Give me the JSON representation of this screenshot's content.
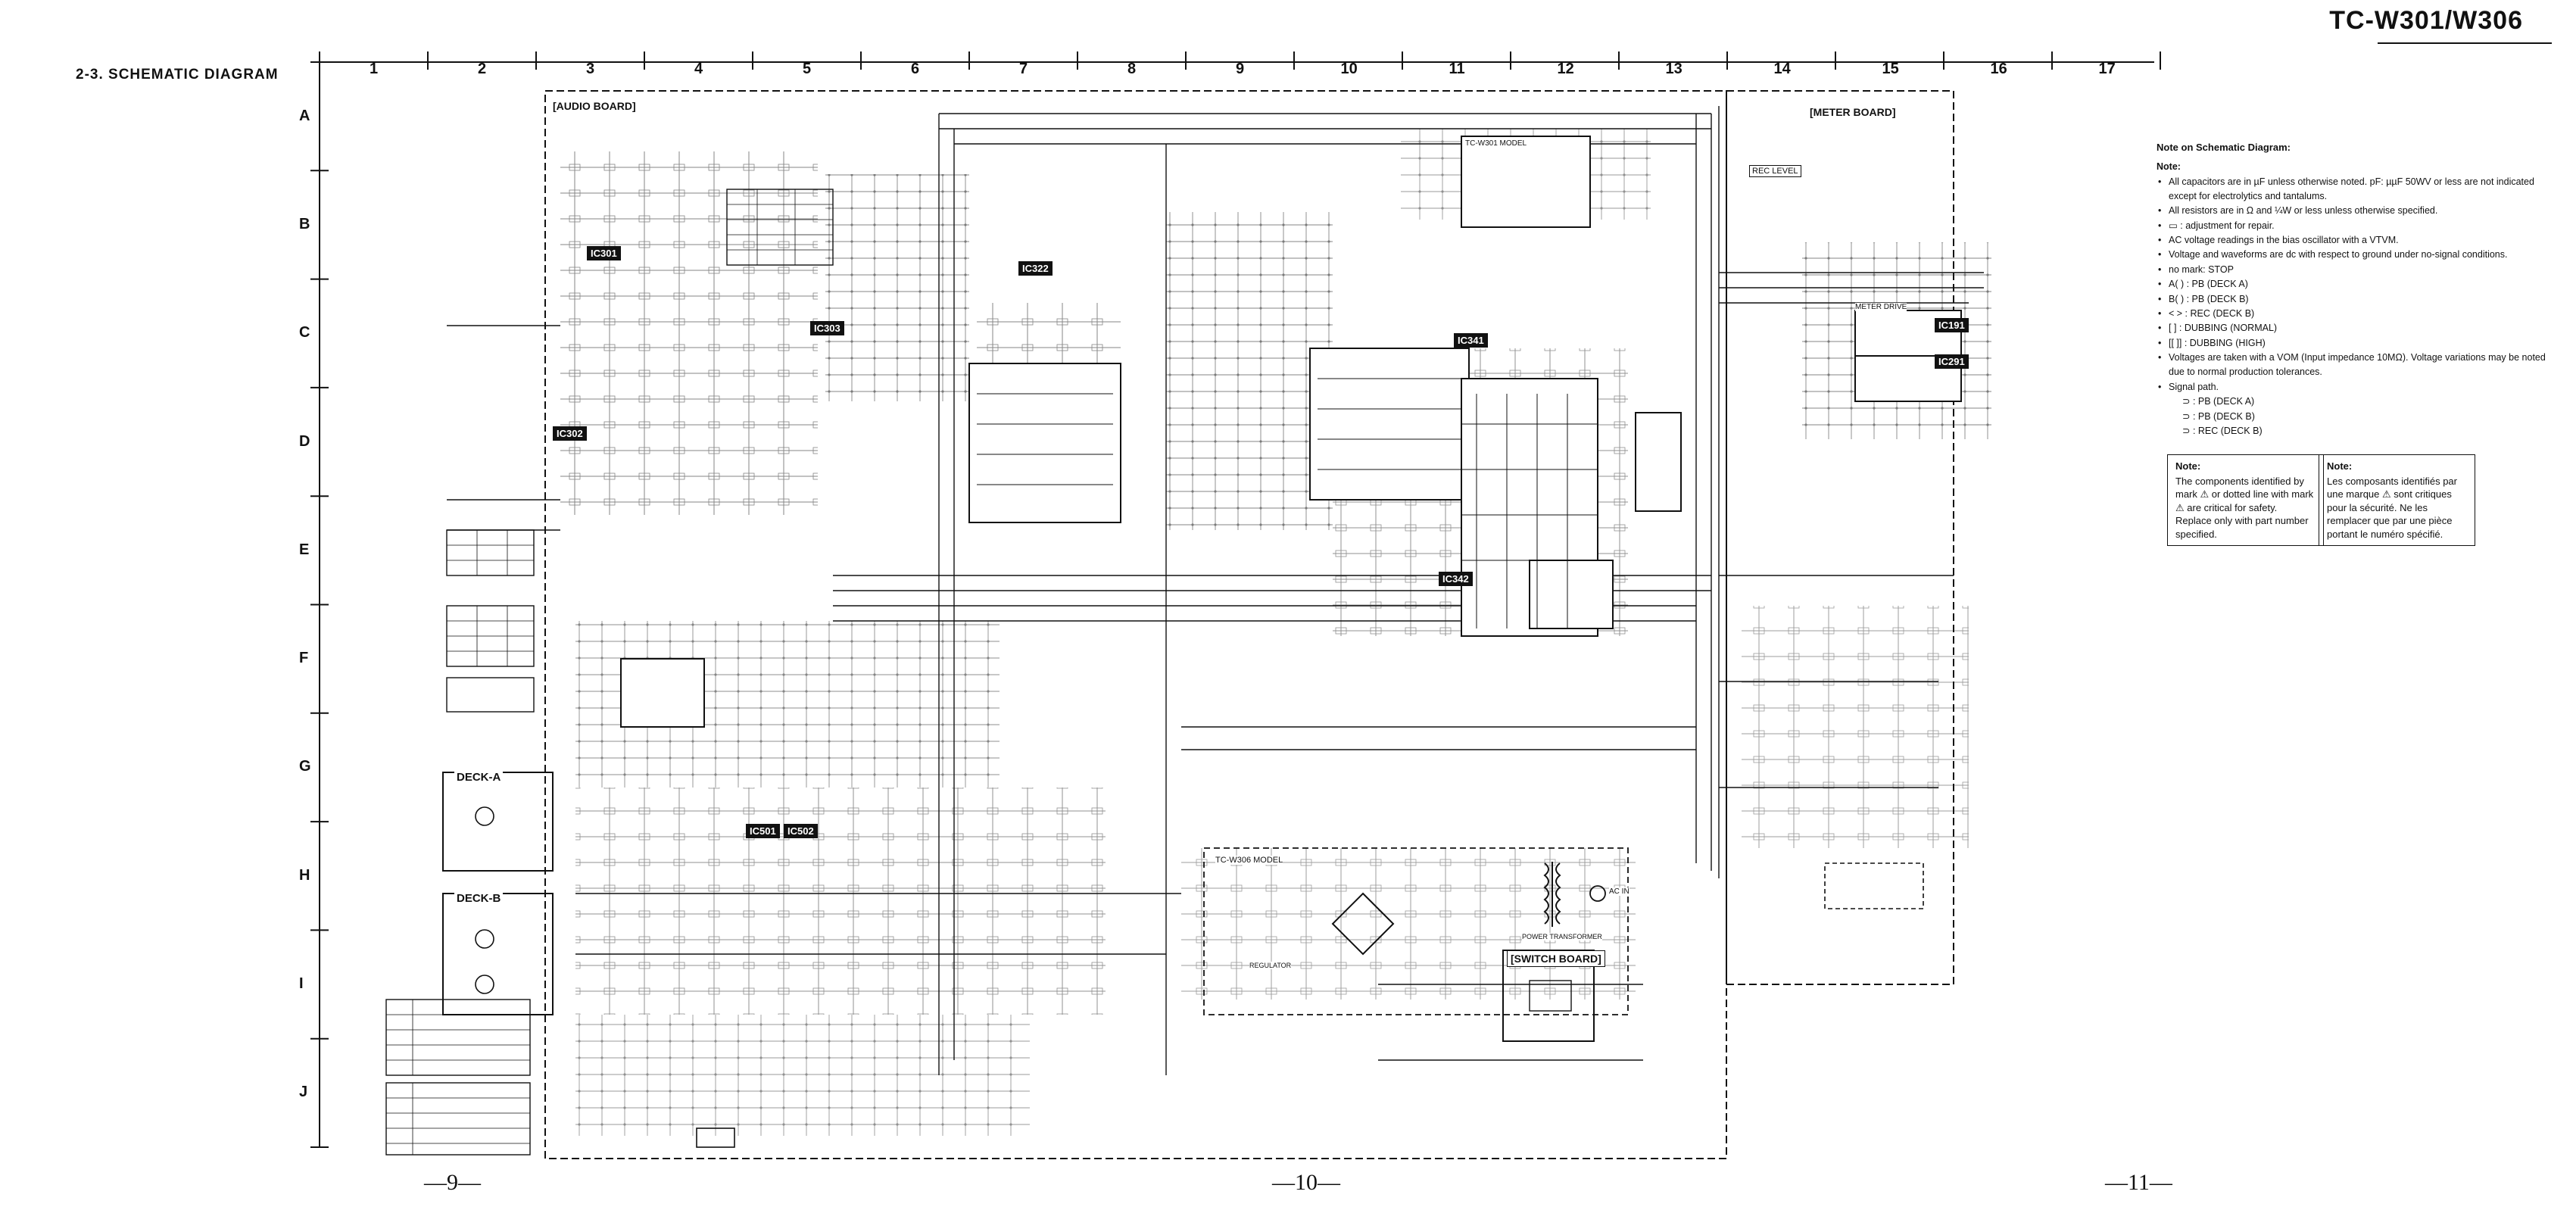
{
  "header": {
    "model": "TC-W301/W306",
    "section_title": "2-3. SCHEMATIC DIAGRAM"
  },
  "grid": {
    "columns": [
      "1",
      "2",
      "3",
      "4",
      "5",
      "6",
      "7",
      "8",
      "9",
      "10",
      "11",
      "12",
      "13",
      "14",
      "15",
      "16",
      "17"
    ],
    "rows": [
      "A",
      "B",
      "C",
      "D",
      "E",
      "F",
      "G",
      "H",
      "I",
      "J"
    ]
  },
  "boards": {
    "audio": "[AUDIO BOARD]",
    "meter": "[METER BOARD]",
    "switch": "[SWITCH BOARD]",
    "deck_a": "DECK-A",
    "deck_b": "DECK-B"
  },
  "ic_labels": [
    {
      "id": "ic301",
      "label": "IC301"
    },
    {
      "id": "ic302",
      "label": "IC302"
    },
    {
      "id": "ic303",
      "label": "IC303"
    },
    {
      "id": "ic322",
      "label": "IC322"
    },
    {
      "id": "ic341",
      "label": "IC341"
    },
    {
      "id": "ic342",
      "label": "IC342"
    },
    {
      "id": "ic191",
      "label": "IC191"
    },
    {
      "id": "ic291",
      "label": "IC291"
    },
    {
      "id": "ic501",
      "label": "IC501"
    },
    {
      "id": "ic502",
      "label": "IC502"
    }
  ],
  "section_labels": {
    "rec_level": "REC LEVEL",
    "meter_drive": "METER DRIVE",
    "tc_w306_model": "TC-W306 MODEL",
    "tc_w301_model": "TC-W301 MODEL",
    "power_transformer": "POWER TRANSFORMER",
    "ac_in": "AC IN",
    "regulator": "REGULATOR"
  },
  "page_numbers": {
    "left": "—9—",
    "middle": "—10—",
    "right": "—11—"
  },
  "notes": {
    "title": "Note on Schematic Diagram:",
    "heading": "Note:",
    "items": [
      "All capacitors are in µF unless otherwise noted. pF: µµF 50WV or less are not indicated except for electrolytics and tantalums.",
      "All resistors are in Ω and ¼W or less unless otherwise specified.",
      "▭ : adjustment for repair.",
      "AC voltage readings in the bias oscillator with a VTVM.",
      "Voltage and waveforms are dc with respect to ground under no-signal conditions.",
      "no mark: STOP",
      "A( ) : PB (DECK A)",
      "B( ) : PB (DECK B)",
      "< > : REC (DECK B)",
      "[ ] : DUBBING (NORMAL)",
      "[[ ]] : DUBBING (HIGH)",
      "Voltages are taken with a VOM (Input impedance 10MΩ). Voltage variations may be noted due to normal production tolerances.",
      "Signal path."
    ],
    "signal_path": [
      "⊃ : PB (DECK A)",
      "⊃ : PB (DECK B)",
      "⊃ : REC (DECK B)"
    ],
    "caution_en_title": "Note:",
    "caution_en": "The components identified by mark ⚠ or dotted line with mark ⚠ are critical for safety. Replace only with part number specified.",
    "caution_fr_title": "Note:",
    "caution_fr": "Les composants identifiés par une marque ⚠ sont critiques pour la sécurité. Ne les remplacer que par une pièce portant le numéro spécifié."
  },
  "colors": {
    "ink": "#111111",
    "paper": "#ffffff"
  }
}
